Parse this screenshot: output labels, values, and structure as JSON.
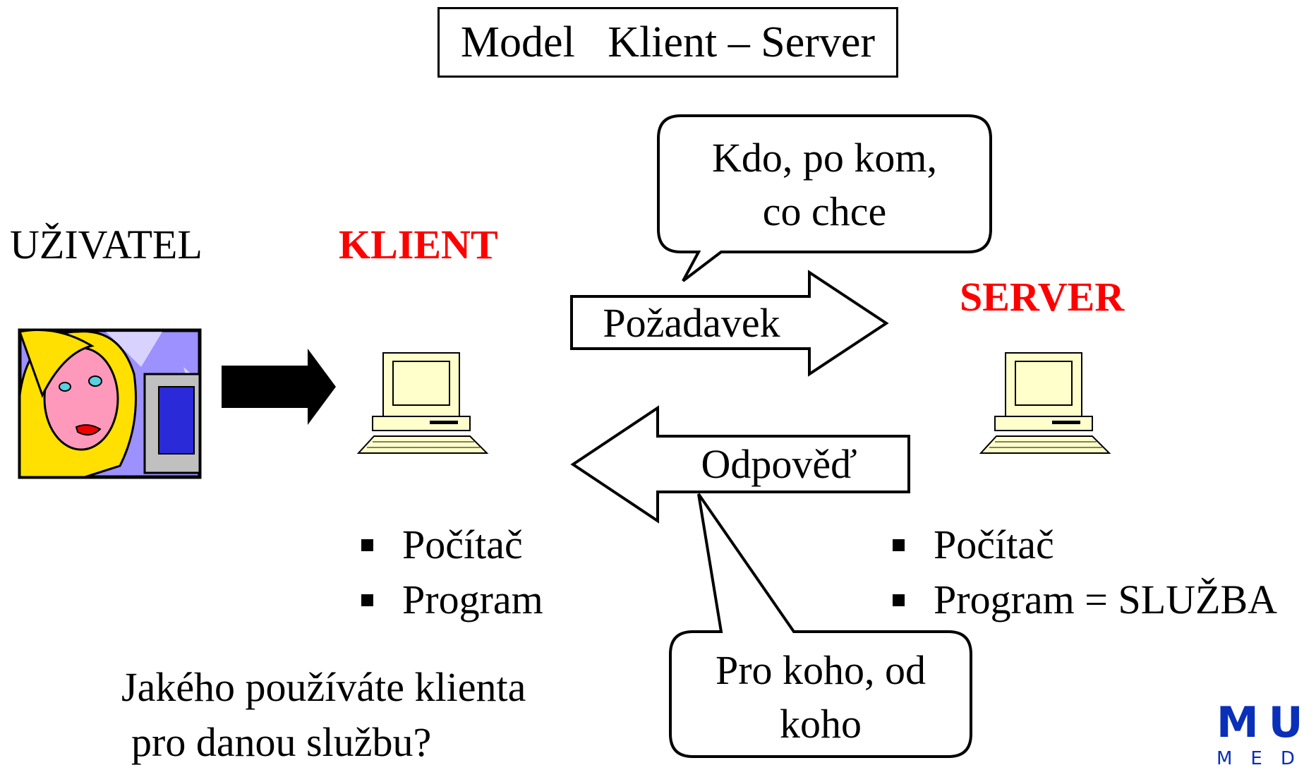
{
  "title": "Model   Klient – Server",
  "user_label": "UŽIVATEL",
  "client_label": "KLIENT",
  "server_label": "SERVER",
  "request_arrow_label": "Požadavek",
  "response_arrow_label": "Odpověď",
  "request_bubble": [
    "Kdo, po kom,",
    "co chce"
  ],
  "response_bubble": [
    "Pro koho, od",
    "koho"
  ],
  "client_bullets": [
    "Počítač",
    "Program"
  ],
  "server_bullets": [
    "Počítač",
    "Program = SLUŽBA"
  ],
  "question": [
    "Jakého používáte klienta",
    "pro danou službu?"
  ],
  "logo": {
    "line1": "MUN",
    "line2": "MED"
  },
  "colors": {
    "accent_red": "#ff0000",
    "computer_fill": "#ffffcc",
    "logo_blue": "#0a2fb8"
  }
}
